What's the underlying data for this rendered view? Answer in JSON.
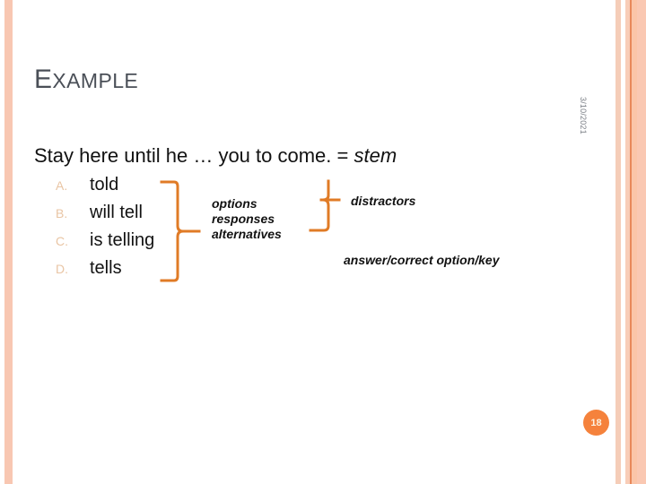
{
  "slide": {
    "title_first_letter": "E",
    "title_rest": "XAMPLE",
    "date": "3/10/2021",
    "page_number": "18",
    "accent_color": "#f5823c",
    "stripe_color": "#f8c7b2",
    "title_color": "#4a4f57",
    "marker_color": "#e9c5a4"
  },
  "stem": {
    "sentence": "Stay here until he … you to come. =",
    "label": "stem"
  },
  "options": [
    {
      "marker": "A.",
      "text": "told"
    },
    {
      "marker": "B.",
      "text": "will tell"
    },
    {
      "marker": "C.",
      "text": "is telling"
    },
    {
      "marker": "D.",
      "text": "tells"
    }
  ],
  "annotations": {
    "options_terms": [
      "options",
      "responses",
      "alternatives"
    ],
    "distractors": "distractors",
    "answer": "answer/correct option/key"
  },
  "icons": {
    "bracket_left": "curly-brace-icon",
    "bracket_right": "curly-brace-icon"
  }
}
